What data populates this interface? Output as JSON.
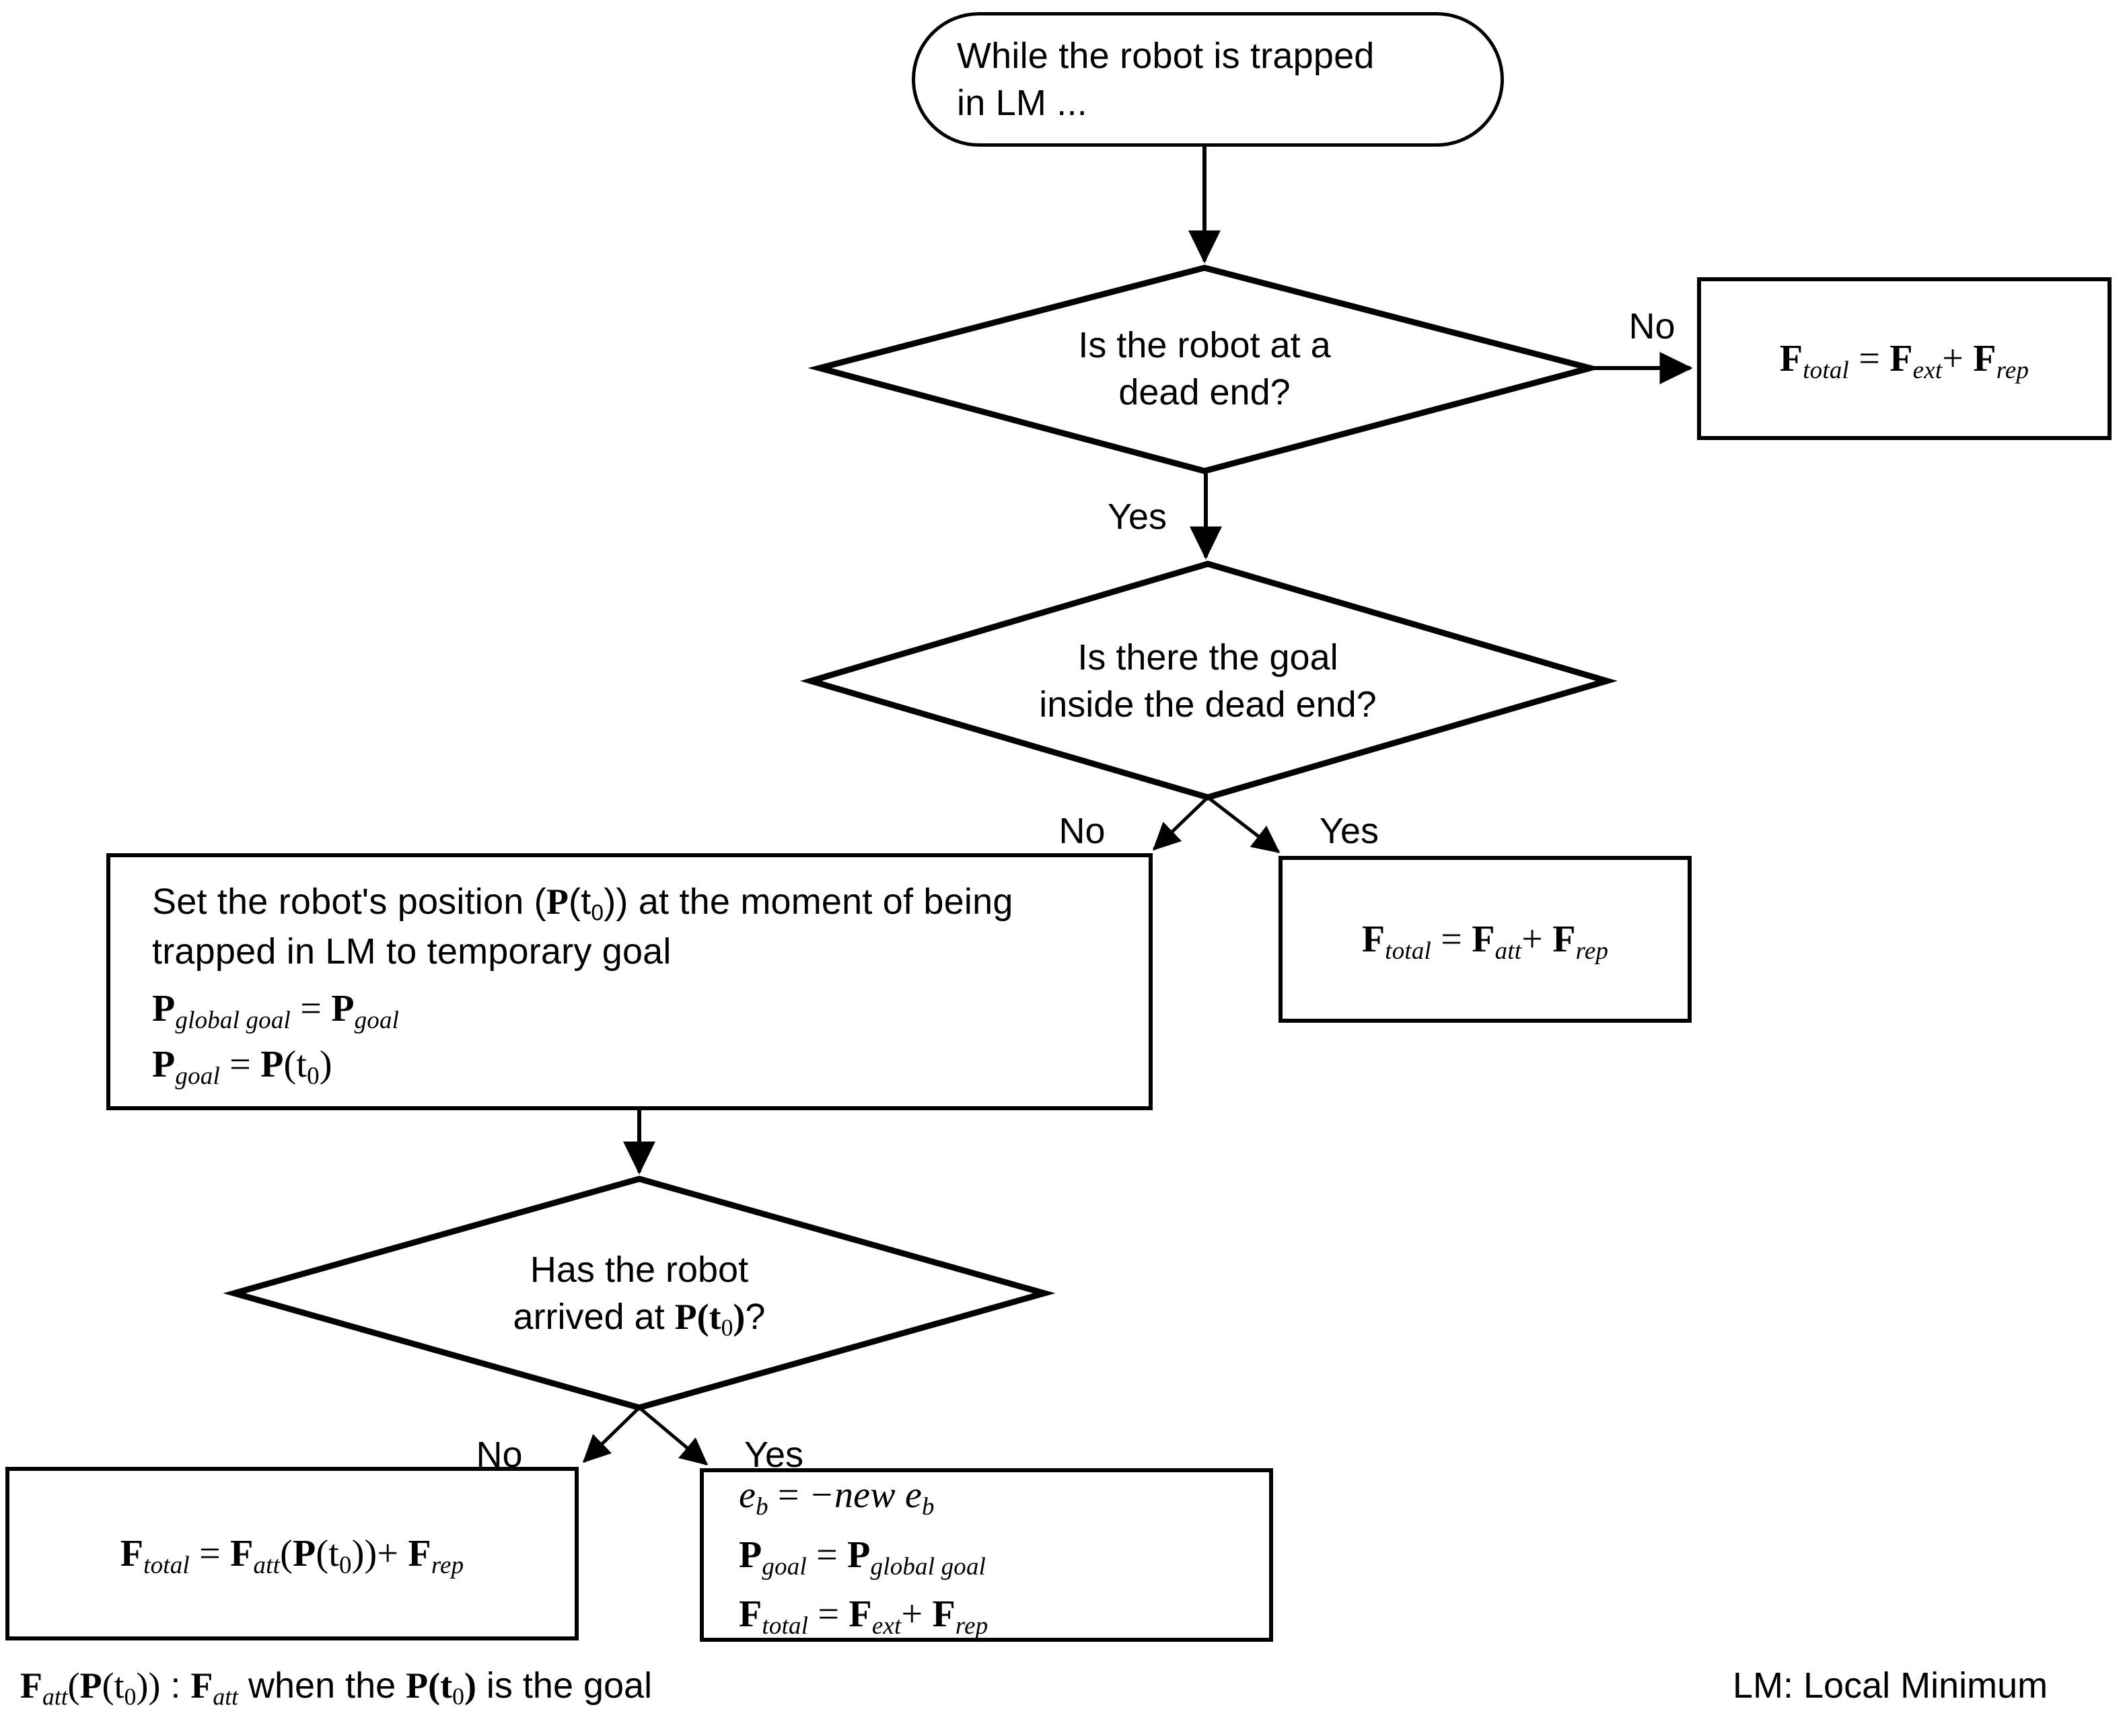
{
  "diagram": {
    "title": "Local minimum escape flowchart",
    "start": {
      "label": "While the robot is trapped in LM ...",
      "line1": "While the robot is trapped",
      "line2": "in LM ..."
    },
    "decisions": [
      {
        "id": "dead-end",
        "line1": "Is the robot at a",
        "line2": "dead end?",
        "branch_no": "No",
        "branch_yes": "Yes"
      },
      {
        "id": "goal-inside",
        "line1": "Is there the goal",
        "line2": "inside the dead end?",
        "branch_no": "No",
        "branch_yes": "Yes"
      },
      {
        "id": "arrived",
        "line1": "Has the robot",
        "line2_pre": "arrived at ",
        "line2_math": "P(t0)",
        "line2_post": "?",
        "branch_no": "No",
        "branch_yes": "Yes"
      }
    ],
    "boxes": {
      "ext_rep": {
        "equation": "Ftotal = Fext + Frep"
      },
      "att_rep": {
        "equation": "Ftotal = Fatt + Frep"
      },
      "set_temp_goal": {
        "text_line1": "Set the robot's position (P(t0)) at the moment of being",
        "text_line2": "trapped in LM to temporary goal",
        "eq1": "Pglobal goal = Pgoal",
        "eq2": "Pgoal = P(t0)"
      },
      "att_pt0_rep": {
        "equation": "Ftotal = Fatt(P(t0)) + Frep"
      },
      "reset": {
        "eq1": "eb = -new eb",
        "eq2": "Pgoal = Pglobal goal",
        "eq3": "Ftotal = Fext + Frep"
      }
    },
    "legend": {
      "left": "Fatt(P(t0)) : Fatt when the P(t0) is the goal",
      "right": "LM: Local Minimum"
    },
    "colors": {
      "stroke": "#000000",
      "background": "#ffffff",
      "text": "#000000"
    }
  }
}
